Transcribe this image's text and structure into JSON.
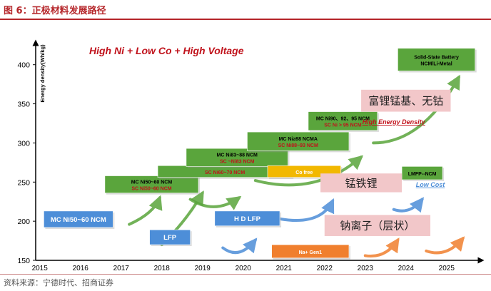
{
  "header": {
    "title": "图 6：正极材料发展路径"
  },
  "source": {
    "text": "资料来源：宁德时代、招商证券"
  },
  "colors": {
    "green": "#5aa53c",
    "blue": "#4d8ed8",
    "orange": "#f07f2e",
    "yellow": "#f2b800",
    "pink": "#f2c7c9",
    "red": "#c0121b",
    "headerRed": "#b5262a"
  },
  "chart_data": {
    "type": "timeline",
    "title": "High Ni + Low Co + High Voltage",
    "ylabel": "Energy density(Wh/kg)",
    "xlabel": "",
    "x_ticks": [
      "2015",
      "2016",
      "2017",
      "2018",
      "2019",
      "2020",
      "2021",
      "2022",
      "2023",
      "2024",
      "2025"
    ],
    "y_ticks": [
      150,
      200,
      250,
      300,
      350,
      400
    ],
    "xlim": [
      2014.9,
      2025.6
    ],
    "ylim": [
      150,
      428
    ],
    "bars": [
      {
        "line1": "MC Ni50~60 NCM",
        "line2": "",
        "x0": 2015.1,
        "x1": 2016.8,
        "y0": 192,
        "y1": 213,
        "color": "blue",
        "textColor": "white"
      },
      {
        "line1": "MC Ni50~60 NCM",
        "line2": "SC Ni50~60 NCM",
        "x0": 2016.6,
        "x1": 2018.9,
        "y0": 236,
        "y1": 258,
        "color": "green",
        "textColor": "mix"
      },
      {
        "line1": "SC Ni60~70 NCM",
        "line2": "",
        "x0": 2017.9,
        "x1": 2021.2,
        "y0": 256,
        "y1": 271,
        "color": "green",
        "textColor": "red"
      },
      {
        "line1": "MC Ni83~88 NCM",
        "line2": "SC ~Ni83 NCM",
        "x0": 2018.6,
        "x1": 2021.1,
        "y0": 270,
        "y1": 293,
        "color": "green",
        "textColor": "mix"
      },
      {
        "line1": "MC Ni≥88 NCMA",
        "line2": "SC Ni88~93 NCM",
        "x0": 2020.1,
        "x1": 2022.6,
        "y0": 290,
        "y1": 314,
        "color": "green",
        "textColor": "mix"
      },
      {
        "line1": "Co free",
        "line2": "",
        "x0": 2020.6,
        "x1": 2022.4,
        "y0": 256,
        "y1": 271,
        "color": "yellow",
        "textColor": "white"
      },
      {
        "line1": "MC Ni90、92、95 NCM",
        "line2": "SC Ni > 95 NCM",
        "x0": 2021.6,
        "x1": 2023.3,
        "y0": 316,
        "y1": 340,
        "color": "green",
        "textColor": "mix"
      },
      {
        "line1": "Solid-State Battery",
        "line2": "NCM/Li-Metal",
        "x0": 2023.8,
        "x1": 2025.7,
        "y0": 392,
        "y1": 421,
        "color": "green",
        "textColor": "black"
      },
      {
        "line1": "LFP",
        "line2": "",
        "x0": 2017.7,
        "x1": 2018.7,
        "y0": 170,
        "y1": 189,
        "color": "blue",
        "textColor": "white"
      },
      {
        "line1": "H D LFP",
        "line2": "",
        "x0": 2019.3,
        "x1": 2020.9,
        "y0": 194,
        "y1": 213,
        "color": "blue",
        "textColor": "white"
      },
      {
        "line1": "LMFP--NCM",
        "line2": "",
        "x0": 2023.9,
        "x1": 2024.9,
        "y0": 253,
        "y1": 270,
        "color": "green",
        "textColor": "black"
      },
      {
        "line1": "Na+ Gen1",
        "line2": "",
        "x0": 2020.7,
        "x1": 2022.6,
        "y0": 153,
        "y1": 170,
        "color": "orange",
        "textColor": "white"
      }
    ],
    "pinkBoxes": [
      {
        "text": "富锂锰基、无钴",
        "x0": 2022.9,
        "x1": 2025.1,
        "y0": 340,
        "y1": 368
      },
      {
        "text": "锰铁锂",
        "x0": 2021.9,
        "x1": 2023.9,
        "y0": 237,
        "y1": 261
      },
      {
        "text": "钠离子（层状）",
        "x0": 2022.0,
        "x1": 2024.6,
        "y0": 181,
        "y1": 208
      }
    ],
    "annotations": [
      {
        "text": "High Energy Density",
        "x": 2023.7,
        "y": 324,
        "color": "red",
        "underline": true
      },
      {
        "text": "Low Cost",
        "x": 2024.6,
        "y": 244,
        "color": "blue",
        "underline": true
      }
    ]
  }
}
